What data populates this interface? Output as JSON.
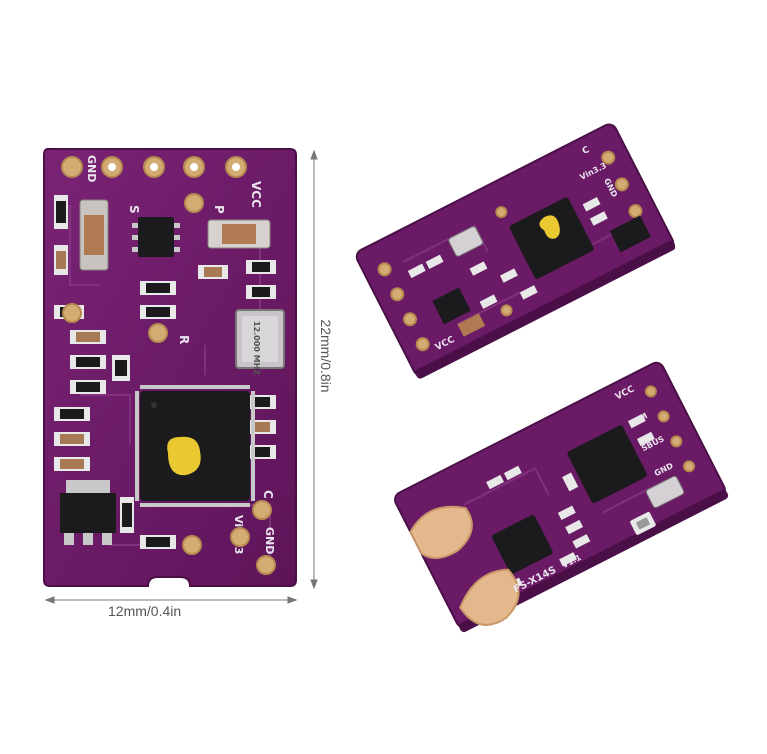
{
  "dimensions": {
    "width_label": "12mm/0.4in",
    "height_label": "22mm/0.8in"
  },
  "colors": {
    "board_purple": "#6b1a66",
    "board_purple_dark": "#4a0f47",
    "gold_pad": "#d3ac74",
    "component_black": "#1b1b1d",
    "silkscreen": "#e9e4ee",
    "dimension_line": "#777777"
  },
  "boards": {
    "large": {
      "silkscreen": {
        "gnd_top": "GND",
        "s": "S",
        "p": "P",
        "vcc": "VCC",
        "r": "R",
        "c": "C",
        "gnd_bottom": "GND",
        "vin": "Vin3.3",
        "crystal": "12.000 MHZ"
      }
    },
    "top_right": {
      "silkscreen": {
        "c": "C",
        "gnd": "GND",
        "vin": "Vin3.3",
        "vcc": "VCC"
      }
    },
    "bottom_right": {
      "silkscreen": {
        "vcc": "VCC",
        "ppm": "PPM",
        "sbus": "SBUS",
        "gnd": "GND",
        "model": "FS-X14S",
        "version": "V1.1"
      }
    }
  }
}
